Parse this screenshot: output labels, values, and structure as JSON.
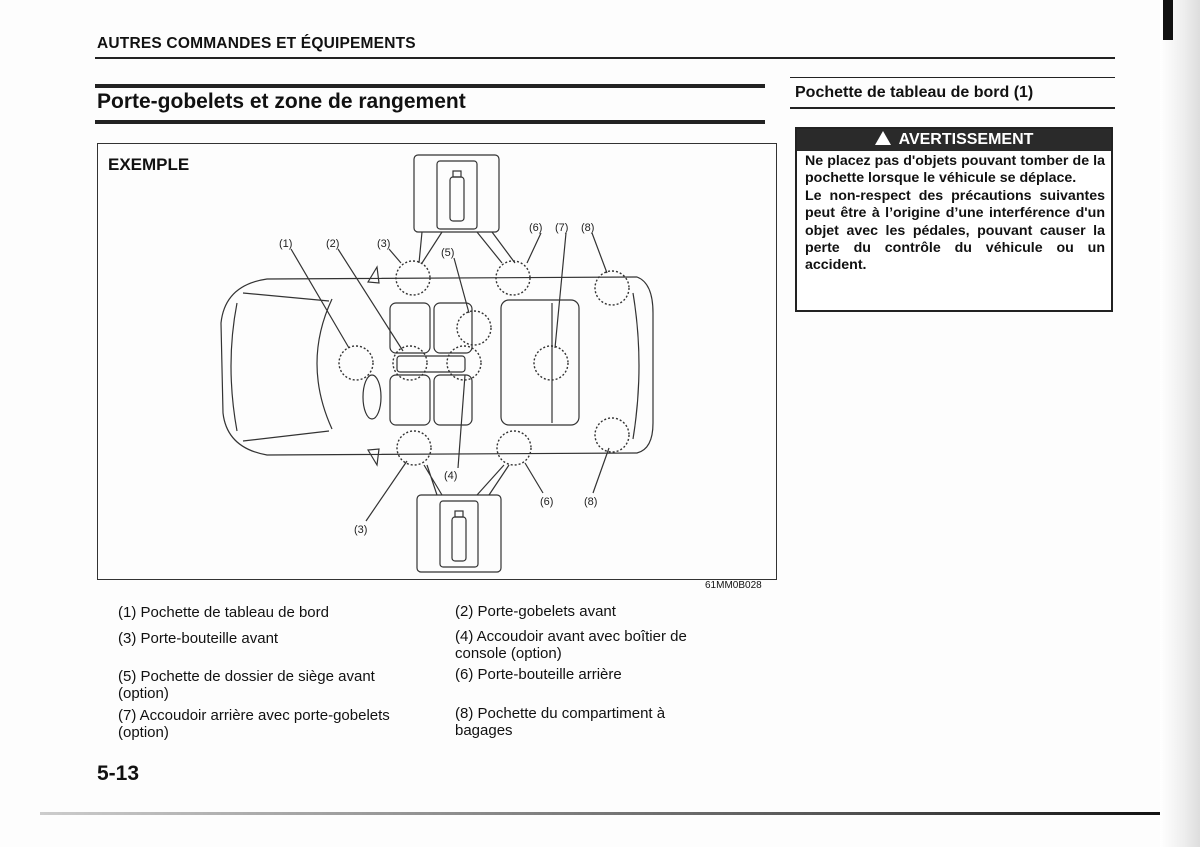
{
  "header": {
    "chapter": "AUTRES COMMANDES ET ÉQUIPEMENTS"
  },
  "section": {
    "title": "Porte-gobelets et zone de rangement"
  },
  "sidebar": {
    "title": "Pochette de tableau de bord (1)",
    "warning": {
      "icon": "warning-triangle-icon",
      "heading": "AVERTISSEMENT",
      "paragraph1": "Ne placez pas d'objets pouvant tomber de la pochette lorsque le véhicule se déplace.",
      "paragraph2": "Le non-respect des précautions suivantes peut être à l’origine d’une interférence d'un objet avec les pédales, pouvant causer la perte du contrôle du véhicule ou un accident."
    }
  },
  "figure": {
    "label": "EXEMPLE",
    "code": "61MM0B028",
    "callouts": {
      "c1": "(1)",
      "c2": "(2)",
      "c3": "(3)",
      "c4": "(4)",
      "c5": "(5)",
      "c6": "(6)",
      "c7": "(7)",
      "c8": "(8)"
    }
  },
  "legend": [
    {
      "text": "(1) Pochette de tableau de bord"
    },
    {
      "text": "(2) Porte-gobelets avant"
    },
    {
      "text": "(3) Porte-bouteille avant"
    },
    {
      "text": "(4) Accoudoir avant avec boîtier de console (option)"
    },
    {
      "text": "(5) Pochette de dossier de siège avant (option)"
    },
    {
      "text": "(6) Porte-bouteille arrière"
    },
    {
      "text": "(7) Accoudoir arrière avec porte-gobelets (option)"
    },
    {
      "text": "(8) Pochette du compartiment à bagages"
    }
  ],
  "footer": {
    "page_number": "5-13"
  }
}
